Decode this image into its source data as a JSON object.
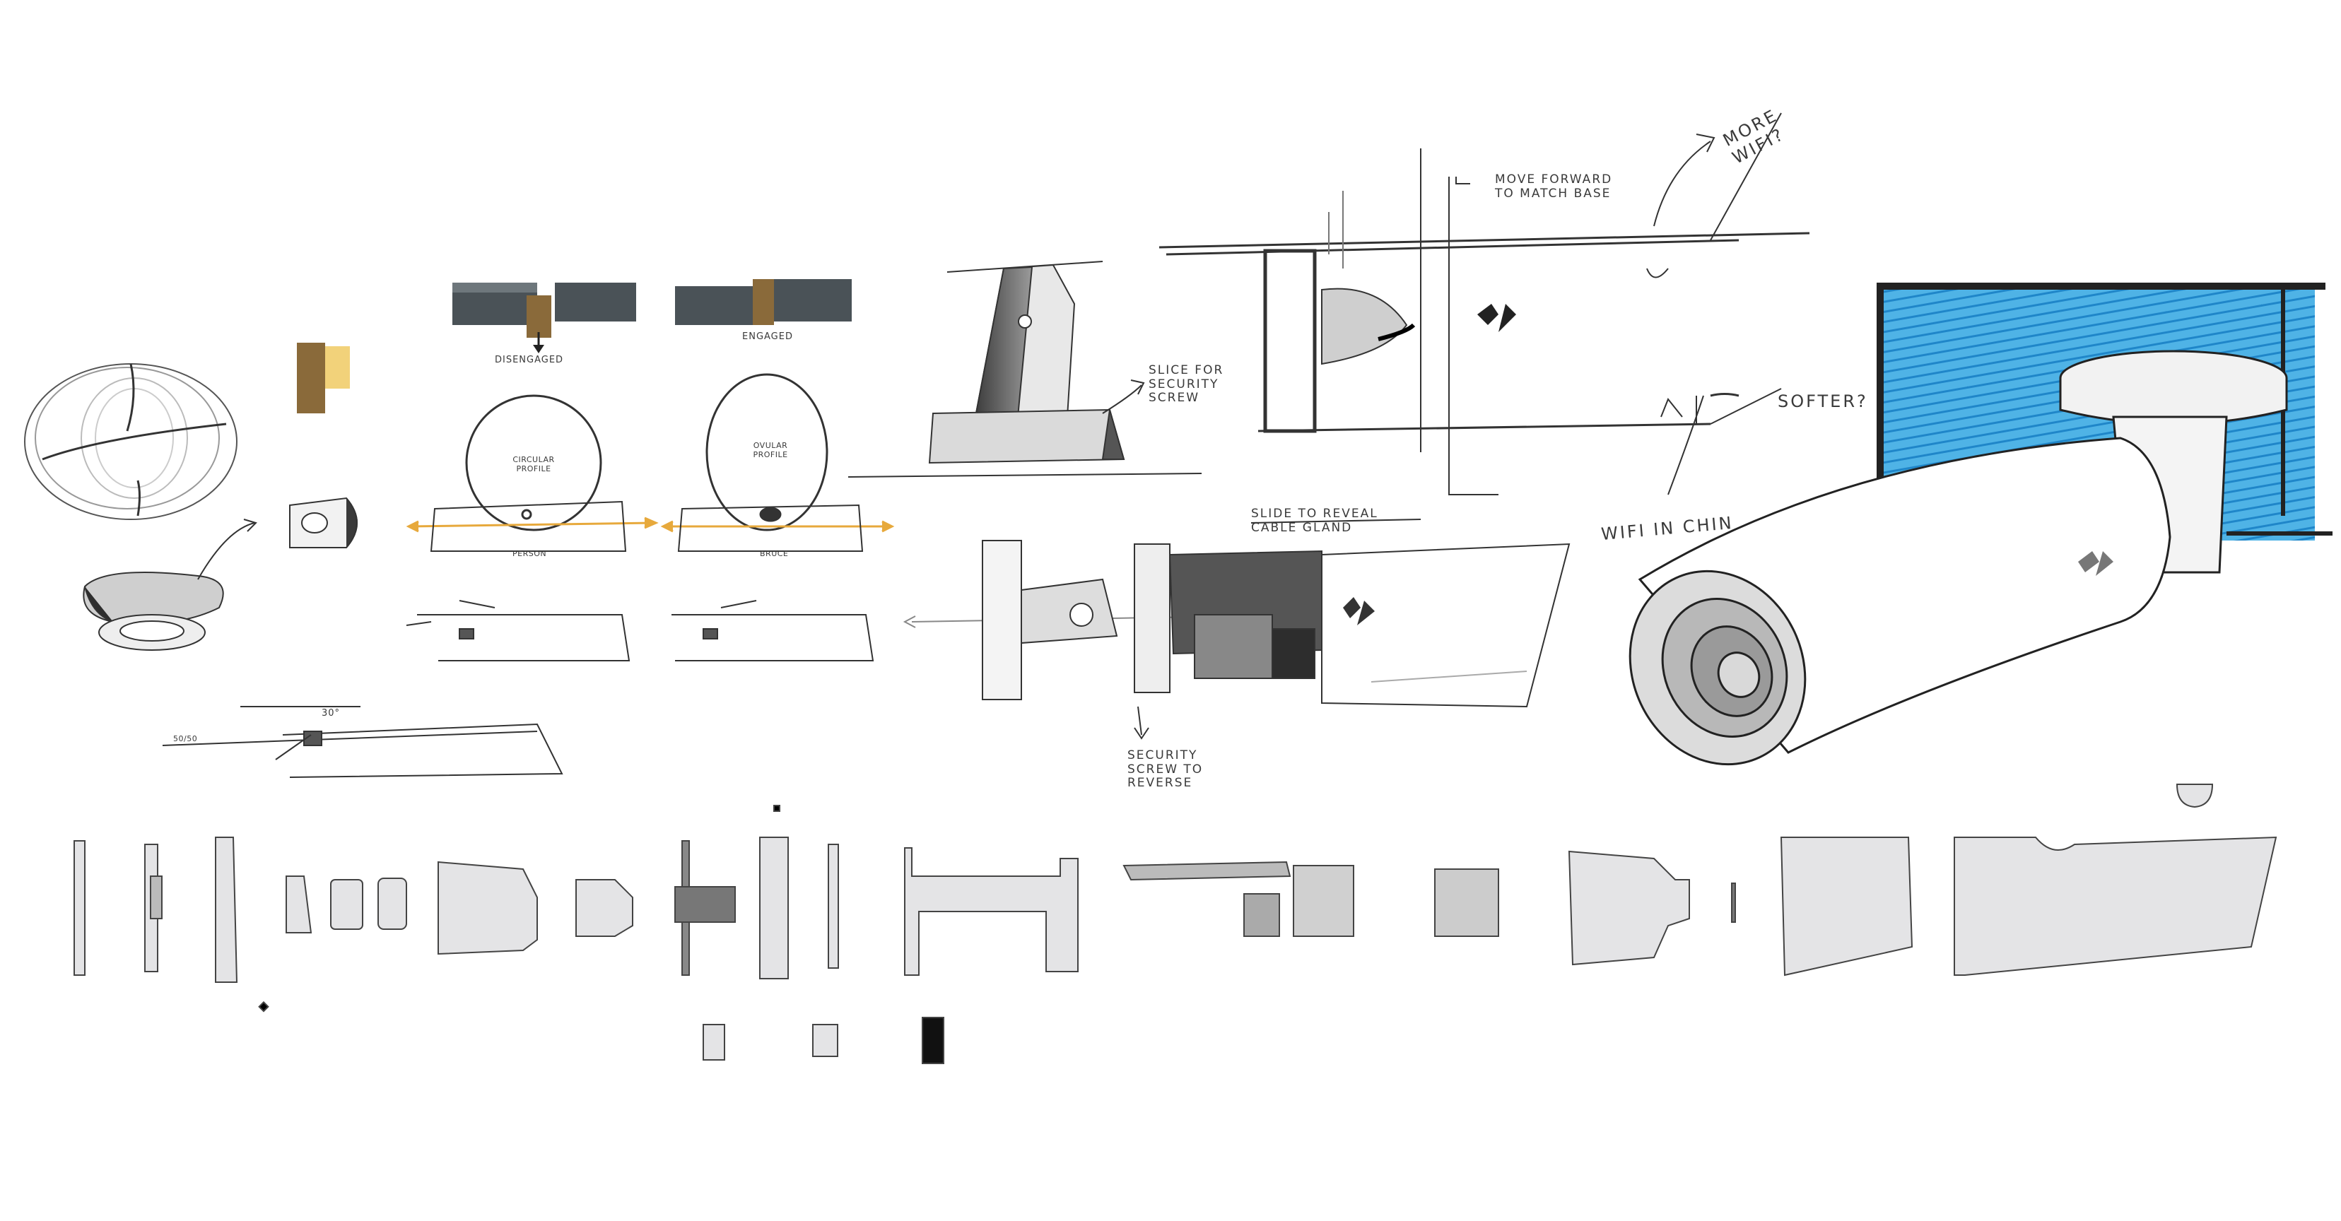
{
  "labels": {
    "disengaged": "DISENGAGED",
    "engaged": "ENGAGED",
    "circular_profile": "CIRCULAR PROFILE",
    "ovular_profile": "OVULAR PROFILE",
    "person": "PERSON",
    "bruce": "BRUCE",
    "angle_30": "30°",
    "fraction": "50/50",
    "slice_security": "SLICE FOR SECURITY SCREW",
    "move_forward": "MOVE FORWARD TO MATCH BASE",
    "more_wifi": "MORE WIFI?",
    "softer": "SOFTER?",
    "wifi_in_chin": "WIFI IN CHIN",
    "slide_to_reveal": "SLIDE TO REVEAL CABLE GLAND",
    "security_screw_reverse": "SECURITY SCREW TO REVERSE"
  },
  "colors": {
    "pencil": "#3a3a3a",
    "marker_dark": "#4a5257",
    "marker_orange": "#c98a3a",
    "marker_yellow": "#f2d27a",
    "marker_blue": "#2f9ad8",
    "part_fill": "#e4e4e6",
    "arrow_orange": "#e7a93c"
  },
  "icons": {
    "brand_mark": "checkmark-logo-icon"
  }
}
